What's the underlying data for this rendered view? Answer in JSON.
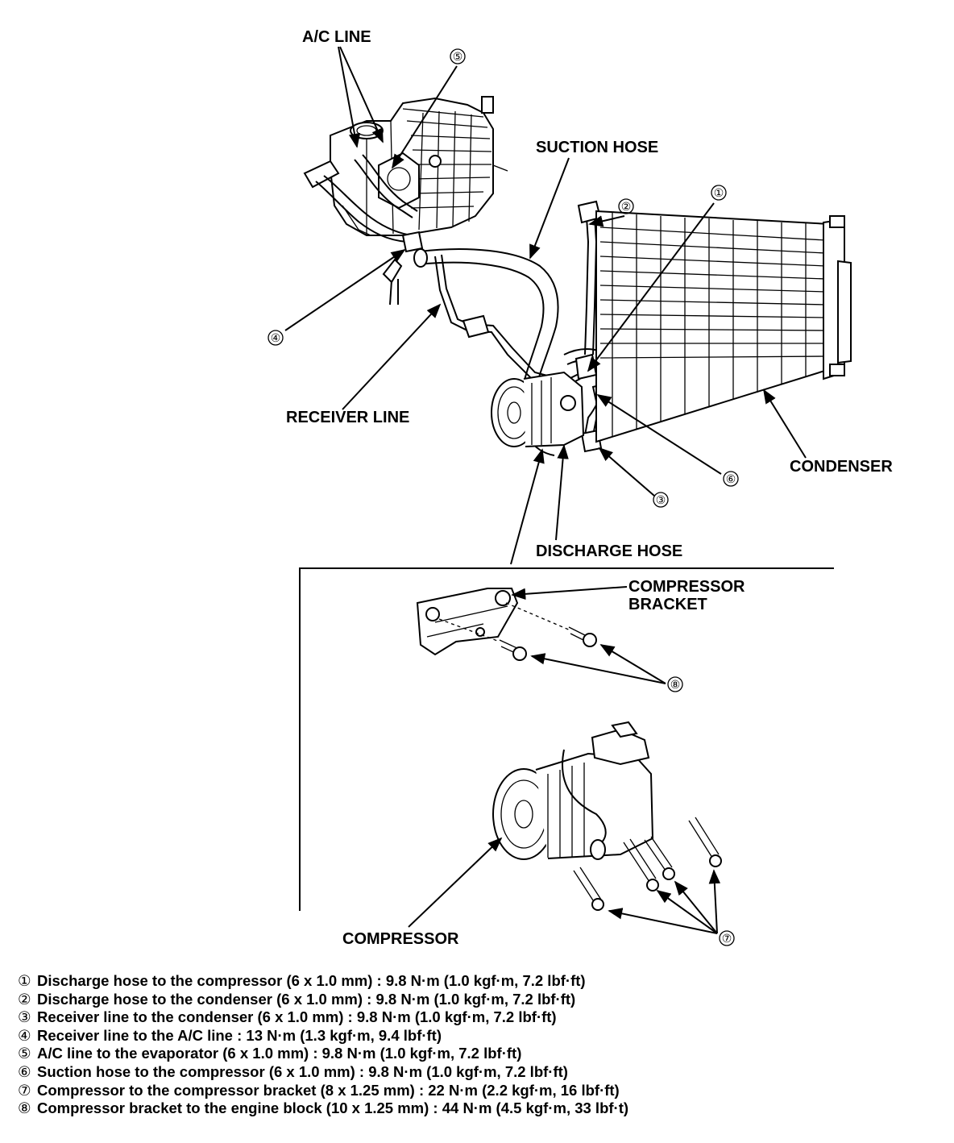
{
  "labels": {
    "ac_line": "A/C LINE",
    "suction_hose": "SUCTION HOSE",
    "receiver_line": "RECEIVER LINE",
    "condenser": "CONDENSER",
    "discharge_hose": "DISCHARGE HOSE",
    "compressor_bracket_1": "COMPRESSOR",
    "compressor_bracket_2": "BRACKET",
    "compressor": "COMPRESSOR"
  },
  "callouts": {
    "c1": "①",
    "c2": "②",
    "c3": "③",
    "c4": "④",
    "c5": "⑤",
    "c6": "⑥",
    "c7": "⑦",
    "c8": "⑧"
  },
  "legend": [
    {
      "num": "①",
      "text": "Discharge hose to the compressor (6 x 1.0 mm) : 9.8 N·m (1.0 kgf·m, 7.2 lbf·ft)"
    },
    {
      "num": "②",
      "text": "Discharge hose to the condenser (6 x 1.0 mm) : 9.8 N·m (1.0 kgf·m, 7.2 lbf·ft)"
    },
    {
      "num": "③",
      "text": "Receiver line to the condenser (6 x 1.0 mm) : 9.8 N·m (1.0 kgf·m, 7.2 lbf·ft)"
    },
    {
      "num": "④",
      "text": "Receiver line to the A/C line : 13 N·m (1.3 kgf·m, 9.4 lbf·ft)"
    },
    {
      "num": "⑤",
      "text": "A/C line to the evaporator (6 x 1.0 mm) : 9.8 N·m (1.0 kgf·m, 7.2 lbf·ft)"
    },
    {
      "num": "⑥",
      "text": "Suction hose to the compressor (6 x 1.0 mm) : 9.8 N·m (1.0 kgf·m, 7.2 lbf·ft)"
    },
    {
      "num": "⑦",
      "text": "Compressor to the compressor bracket (8 x 1.25 mm) : 22 N·m (2.2 kgf·m, 16 lbf·ft)"
    },
    {
      "num": "⑧",
      "text": "Compressor bracket to the engine block (10 x 1.25 mm) : 44 N·m (4.5 kgf·m, 33 lbf·t)"
    }
  ]
}
